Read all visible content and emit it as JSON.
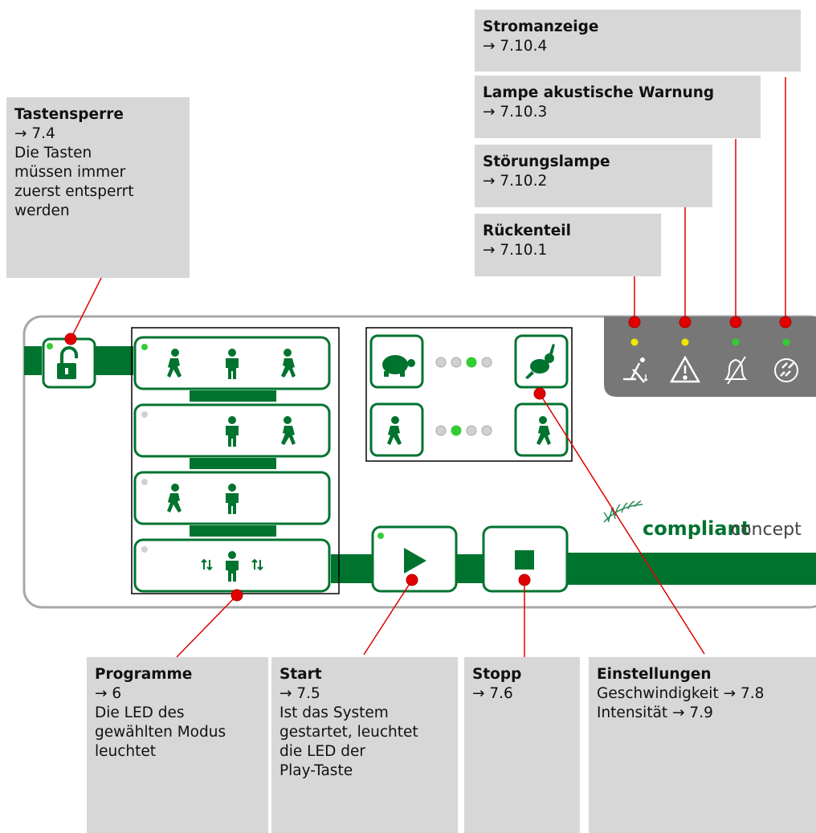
{
  "callouts": {
    "stromanzeige": {
      "title": "Stromanzeige",
      "ref": "→ 7.10.4"
    },
    "lampe_akustisch": {
      "title": "Lampe akustische Warnung",
      "ref": "→ 7.10.3"
    },
    "stoerungslampe": {
      "title": "Störungslampe",
      "ref": "→ 7.10.2"
    },
    "rueckenteil": {
      "title": "Rückenteil",
      "ref": "→ 7.10.1"
    },
    "tastensperre": {
      "title": "Tastensperre",
      "ref": "→ 7.4",
      "lines": [
        "Die Tasten",
        "müssen immer",
        "zuerst entsperrt",
        "werden"
      ]
    },
    "programme": {
      "title": "Programme",
      "ref": "→ 6",
      "lines": [
        "Die LED des",
        "gewählten Modus",
        "leuchtet"
      ]
    },
    "start": {
      "title": "Start",
      "ref": "→ 7.5",
      "lines": [
        "Ist das System",
        "gestartet, leuchtet",
        "die LED der",
        "Play-Taste"
      ]
    },
    "stopp": {
      "title": "Stopp",
      "ref": "→ 7.6"
    },
    "einstellungen": {
      "title": "Einstellungen",
      "lines": [
        "Geschwindigkeit → 7.8",
        "Intensität → 7.9"
      ]
    }
  },
  "panel": {
    "brand_bold": "compliant",
    "brand_light": "concept",
    "speed_level": 3,
    "intensity_level": 2,
    "level_count": 4,
    "program_leds": [
      "on",
      "off",
      "off",
      "off"
    ],
    "status_leds": [
      "yellow",
      "yellow",
      "green",
      "green"
    ]
  },
  "colors": {
    "brand_green": "#00732f",
    "led_green": "#33cc33",
    "led_yellow": "#f2e600",
    "led_off": "#d0d0d0",
    "pointer_red": "#e00000",
    "callout_bg": "#d7d7d7",
    "status_panel_bg": "#777777"
  }
}
